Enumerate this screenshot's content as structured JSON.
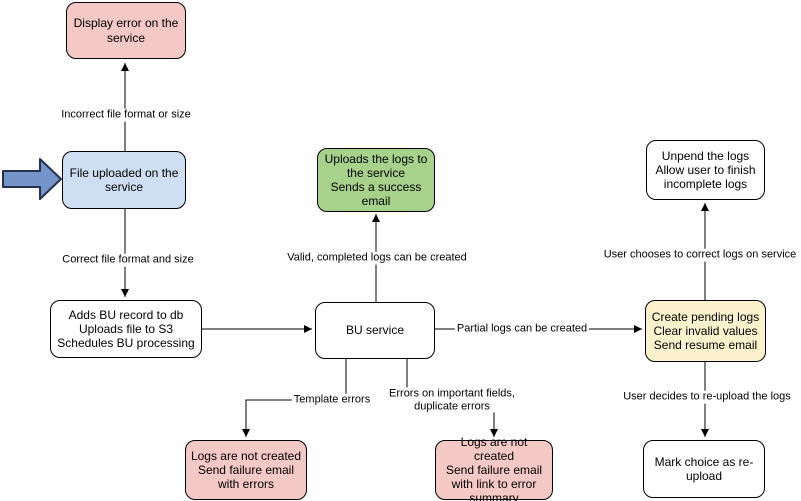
{
  "colors": {
    "node_border": "#000000",
    "line_color": "#000000",
    "canvas_background": "#ffffff",
    "pink_fill": "#f4c8c4",
    "blue_fill": "#cfdff3",
    "green_fill": "#a8d28c",
    "yellow_fill": "#fcf1cd",
    "white_fill": "#ffffff",
    "entry_arrow_fill": "#7494ca",
    "entry_arrow_border": "#24324e"
  },
  "nodes": [
    {
      "id": "display-error",
      "label": "Display error on the\nservice",
      "fill": "#f4c8c4"
    },
    {
      "id": "file-uploaded",
      "label": "File uploaded on the\nservice",
      "fill": "#cfdff3"
    },
    {
      "id": "adds-bu-record",
      "label": "Adds BU record to db\nUploads file to S3\nSchedules BU processing",
      "fill": "#ffffff"
    },
    {
      "id": "uploads-logs-success",
      "label": "Uploads the logs to\nthe service\nSends a success\nemail",
      "fill": "#a8d28c"
    },
    {
      "id": "bu-service",
      "label": "BU service",
      "fill": "#ffffff"
    },
    {
      "id": "unpend-logs",
      "label": "Unpend the logs\nAllow user to finish\nincomplete logs",
      "fill": "#ffffff"
    },
    {
      "id": "create-pending-logs",
      "label": "Create pending logs\nClear invalid values\nSend resume email",
      "fill": "#fcf1cd"
    },
    {
      "id": "mark-choice-reupload",
      "label": "Mark choice as re-\nupload",
      "fill": "#ffffff"
    },
    {
      "id": "logs-not-created-with-errors",
      "label": "Logs are not created\nSend failure email\nwith errors",
      "fill": "#f4c8c4"
    },
    {
      "id": "logs-not-created-error-summary",
      "label": "Logs are not created\nSend failure email\nwith link to error\nsummary",
      "fill": "#f4c8c4"
    }
  ],
  "edge_labels": [
    {
      "id": "incorrect-file-format",
      "text": "Incorrect file format or size"
    },
    {
      "id": "correct-file-format",
      "text": "Correct file format and size"
    },
    {
      "id": "valid-completed-logs",
      "text": "Valid, completed logs can be created"
    },
    {
      "id": "partial-logs",
      "text": "Partial logs can be created"
    },
    {
      "id": "template-errors",
      "text": "Template errors"
    },
    {
      "id": "errors-important-fields",
      "text": "Errors on important fields,\nduplicate errors"
    },
    {
      "id": "user-chooses-correct",
      "text": "User chooses to correct logs on service"
    },
    {
      "id": "user-decides-reupload",
      "text": "User decides to re-upload the logs"
    }
  ],
  "edges": [
    {
      "from": "file-uploaded",
      "to": "display-error",
      "label": "Incorrect file format or size"
    },
    {
      "from": "file-uploaded",
      "to": "adds-bu-record",
      "label": "Correct file format and size"
    },
    {
      "from": "adds-bu-record",
      "to": "bu-service",
      "label": ""
    },
    {
      "from": "bu-service",
      "to": "uploads-logs-success",
      "label": "Valid, completed logs can be created"
    },
    {
      "from": "bu-service",
      "to": "create-pending-logs",
      "label": "Partial logs can be created"
    },
    {
      "from": "bu-service",
      "to": "logs-not-created-with-errors",
      "label": "Template errors"
    },
    {
      "from": "bu-service",
      "to": "logs-not-created-error-summary",
      "label": "Errors on important fields, duplicate errors"
    },
    {
      "from": "create-pending-logs",
      "to": "unpend-logs",
      "label": "User chooses to correct logs on service"
    },
    {
      "from": "create-pending-logs",
      "to": "mark-choice-reupload",
      "label": "User decides to re-upload the logs"
    }
  ],
  "entry_arrow": {
    "icon": "big-right-arrow",
    "fill": "#7494ca",
    "border": "#24324e"
  }
}
